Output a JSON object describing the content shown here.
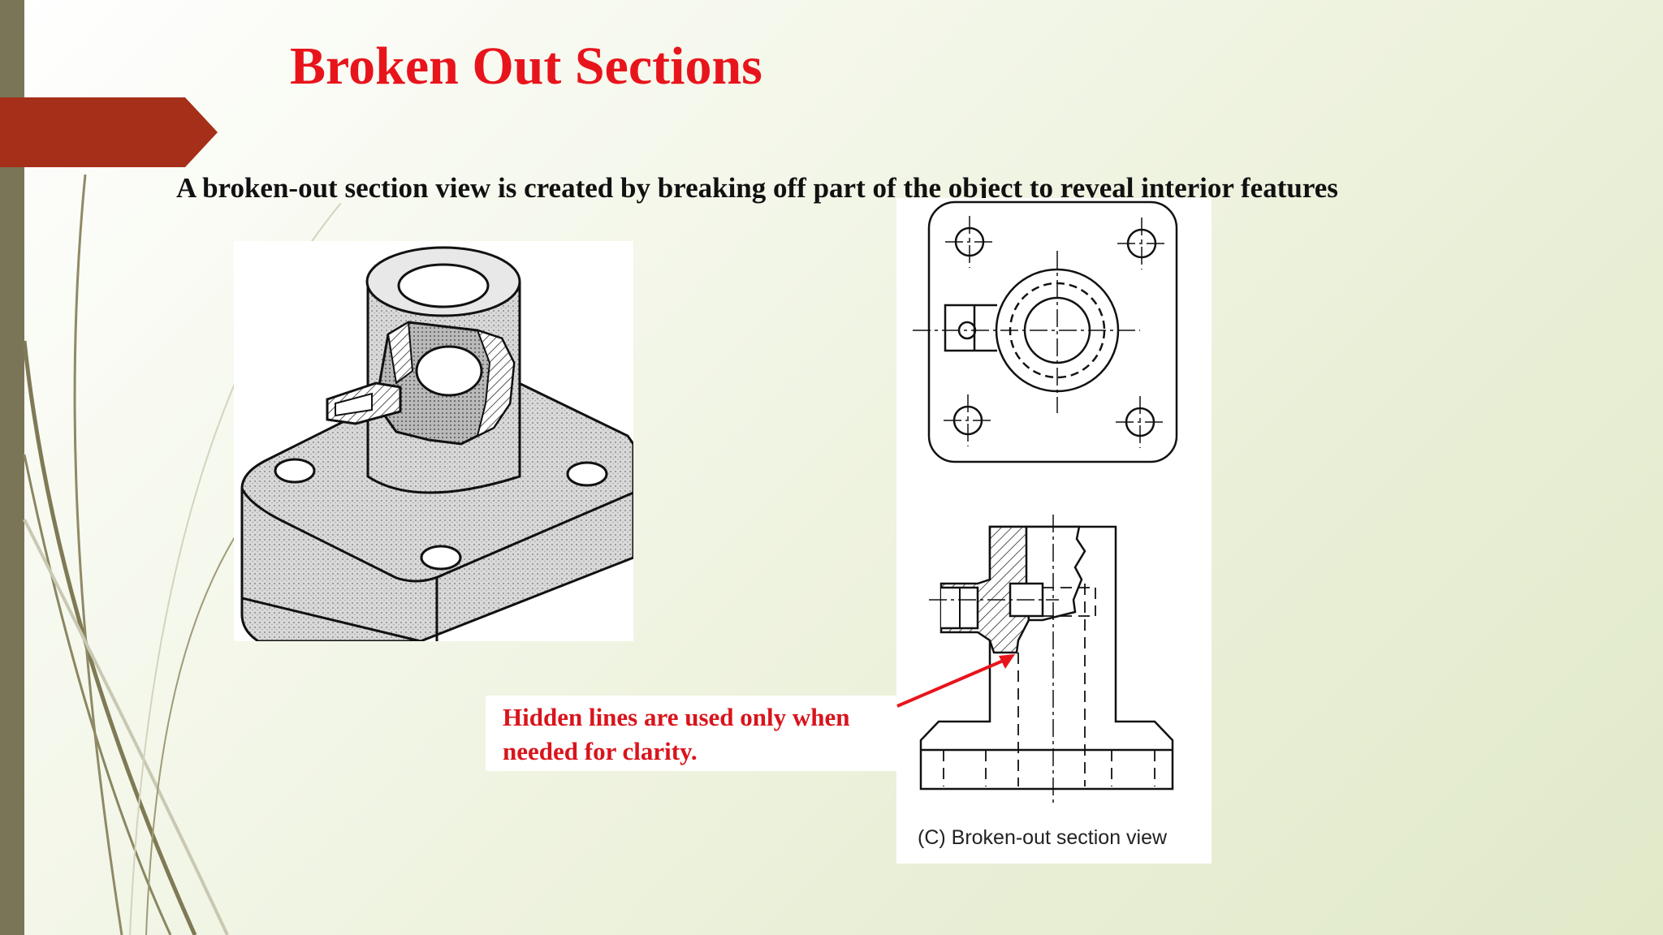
{
  "slide": {
    "title": "Broken Out Sections",
    "subtitle": "A broken-out section view is created by breaking off part of the object to reveal interior features"
  },
  "figures": {
    "callout_line1": "Hidden lines are used only when",
    "callout_line2": "needed for clarity.",
    "caption": "(C) Broken-out section view"
  },
  "colors": {
    "title": "#e8141c",
    "accent_arrow": "#a52f18",
    "left_bar": "#7a7556",
    "callout_text": "#d9141c"
  }
}
